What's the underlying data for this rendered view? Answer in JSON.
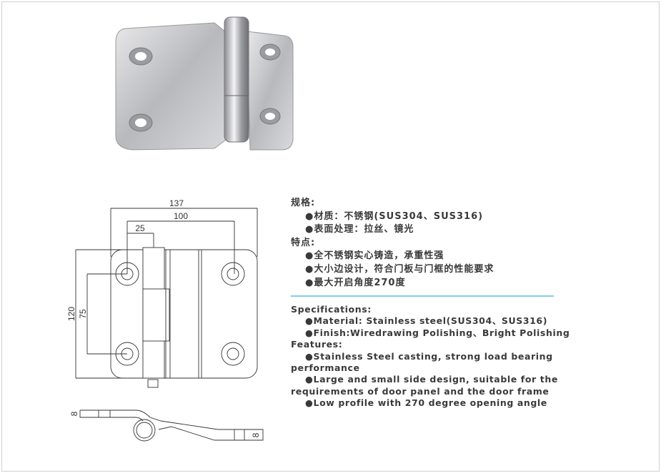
{
  "dimensions": {
    "overall_width": "137",
    "hole_spacing_x": "100",
    "hole_offset": "25",
    "overall_height": "120",
    "hole_spacing_y": "75",
    "thickness_left": "8",
    "thickness_right": "8"
  },
  "chinese": {
    "spec_heading": "规格:",
    "spec_items": [
      "●材质：不锈钢(SUS304、SUS316)",
      "●表面处理：拉丝、镜光"
    ],
    "feature_heading": "特点:",
    "feature_items": [
      "●全不锈钢实心铸造，承重性强",
      "●大小边设计，符合门板与门框的性能要求",
      "●最大开启角度270度"
    ]
  },
  "english": {
    "spec_heading": "Specifications:",
    "spec_items": [
      "●Material: Stainless steel(SUS304、SUS316)",
      "●Finish:Wiredrawing Polishing、Bright Polishing"
    ],
    "feature_heading": "Features:",
    "feature_items": [
      "●Stainless Steel casting, strong load bearing",
      "performance",
      "●Large and small side design, suitable for the",
      "requirements of door panel and the door frame",
      "●Low profile with 270 degree opening angle"
    ]
  },
  "colors": {
    "divider": "#7fd0ee",
    "text": "#3a3a3a"
  }
}
